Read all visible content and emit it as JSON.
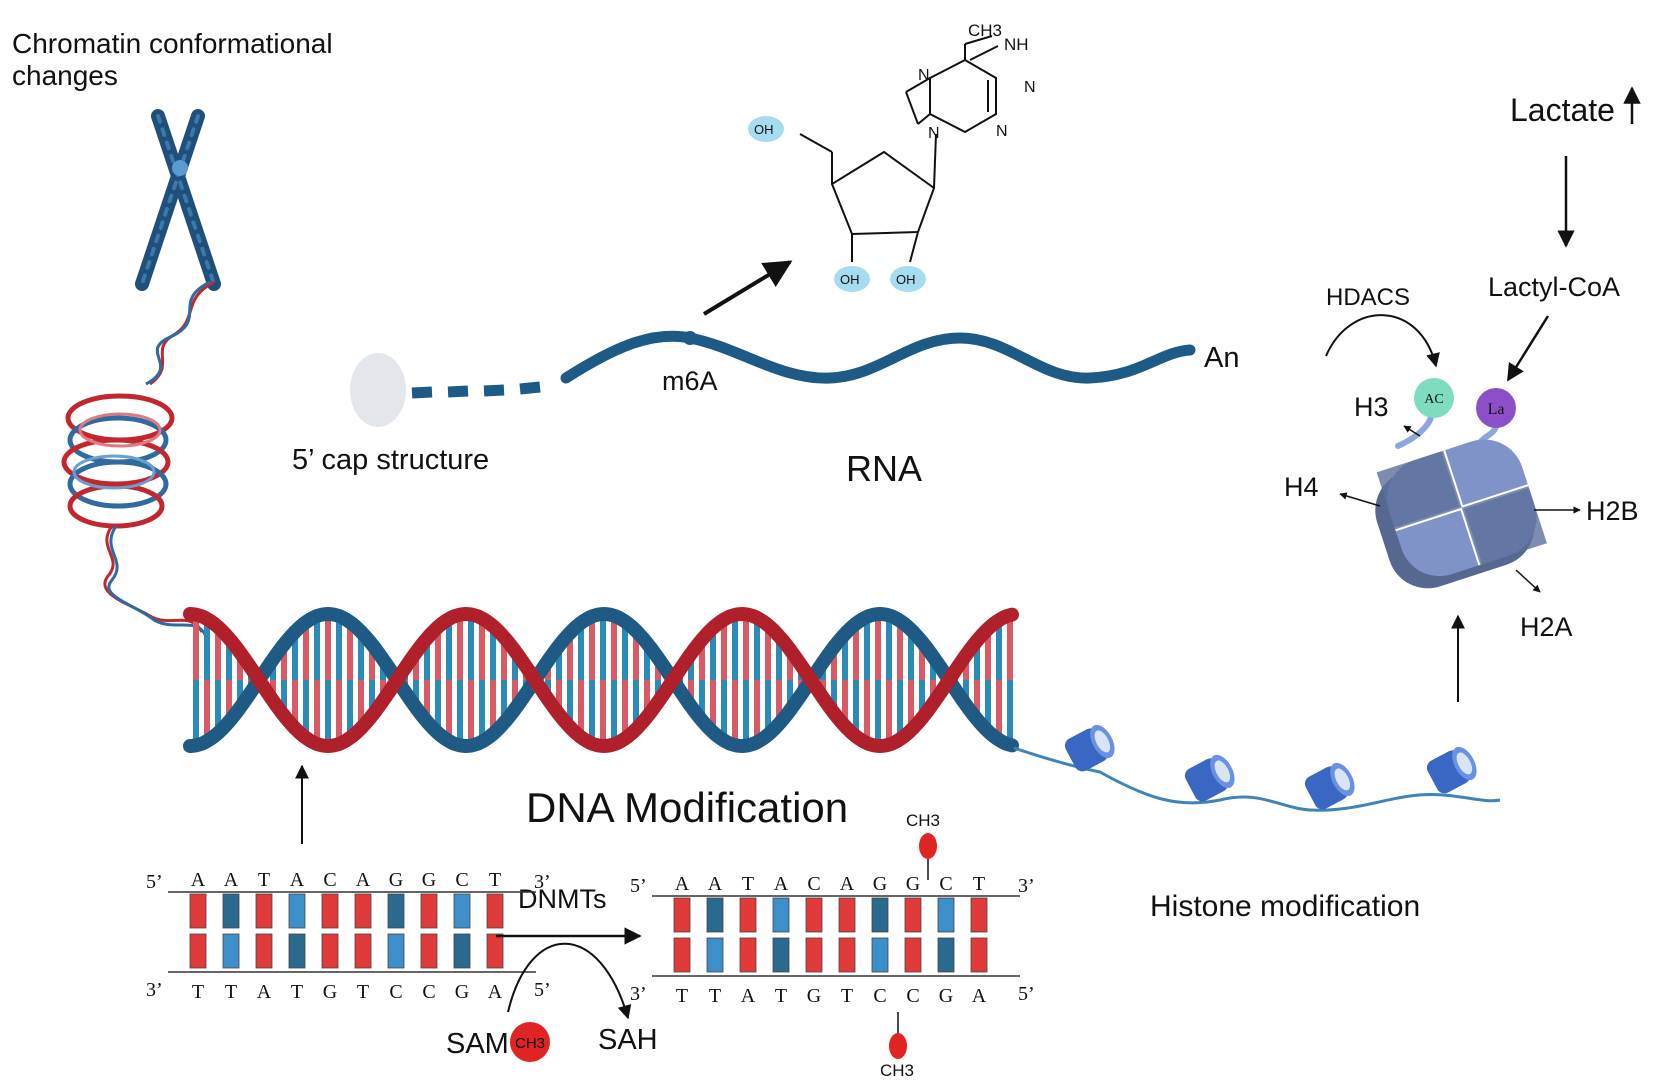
{
  "labels": {
    "chromatin": "Chromatin conformational changes",
    "cap": "5’ cap structure",
    "m6a": "m6A",
    "an": "An",
    "rna": "RNA",
    "dna_mod": "DNA Modification",
    "histone_mod": "Histone modification",
    "lactate": "Lactate",
    "lactyl_coa": "Lactyl-CoA",
    "hdacs": "HDACS",
    "h3": "H3",
    "h4": "H4",
    "h2a": "H2A",
    "h2b": "H2B",
    "ac": "AC",
    "la": "La",
    "dnmts": "DNMTs",
    "sam": "SAM",
    "sah": "SAH",
    "ch3": "CH3",
    "nh": "NH",
    "oh": "OH",
    "n": "N",
    "five_prime": "5’",
    "three_prime": "3’"
  },
  "dna_left": {
    "top_sequence": [
      "A",
      "A",
      "T",
      "A",
      "C",
      "A",
      "G",
      "G",
      "C",
      "T"
    ],
    "bottom_sequence": [
      "T",
      "T",
      "A",
      "T",
      "G",
      "T",
      "C",
      "C",
      "G",
      "A"
    ]
  },
  "dna_right": {
    "top_sequence": [
      "A",
      "A",
      "T",
      "A",
      "C",
      "A",
      "G",
      "G",
      "C",
      "T"
    ],
    "bottom_sequence": [
      "T",
      "T",
      "A",
      "T",
      "G",
      "T",
      "C",
      "C",
      "G",
      "A"
    ]
  },
  "colors": {
    "strand_blue": "#1f5a84",
    "strand_red": "#b0202a",
    "rung_blue": "#2a8ab8",
    "rung_red": "#d85a64",
    "bar_red": "#e03a3a",
    "bar_blue": "#3d8fc9",
    "bar_dark": "#2a6a8e",
    "histone": "#7f93c8",
    "ac_green": "#7fdcc0",
    "la_purple": "#8d4fc9",
    "ch3_red": "#e02424",
    "oh_blue": "#a7dbef"
  }
}
